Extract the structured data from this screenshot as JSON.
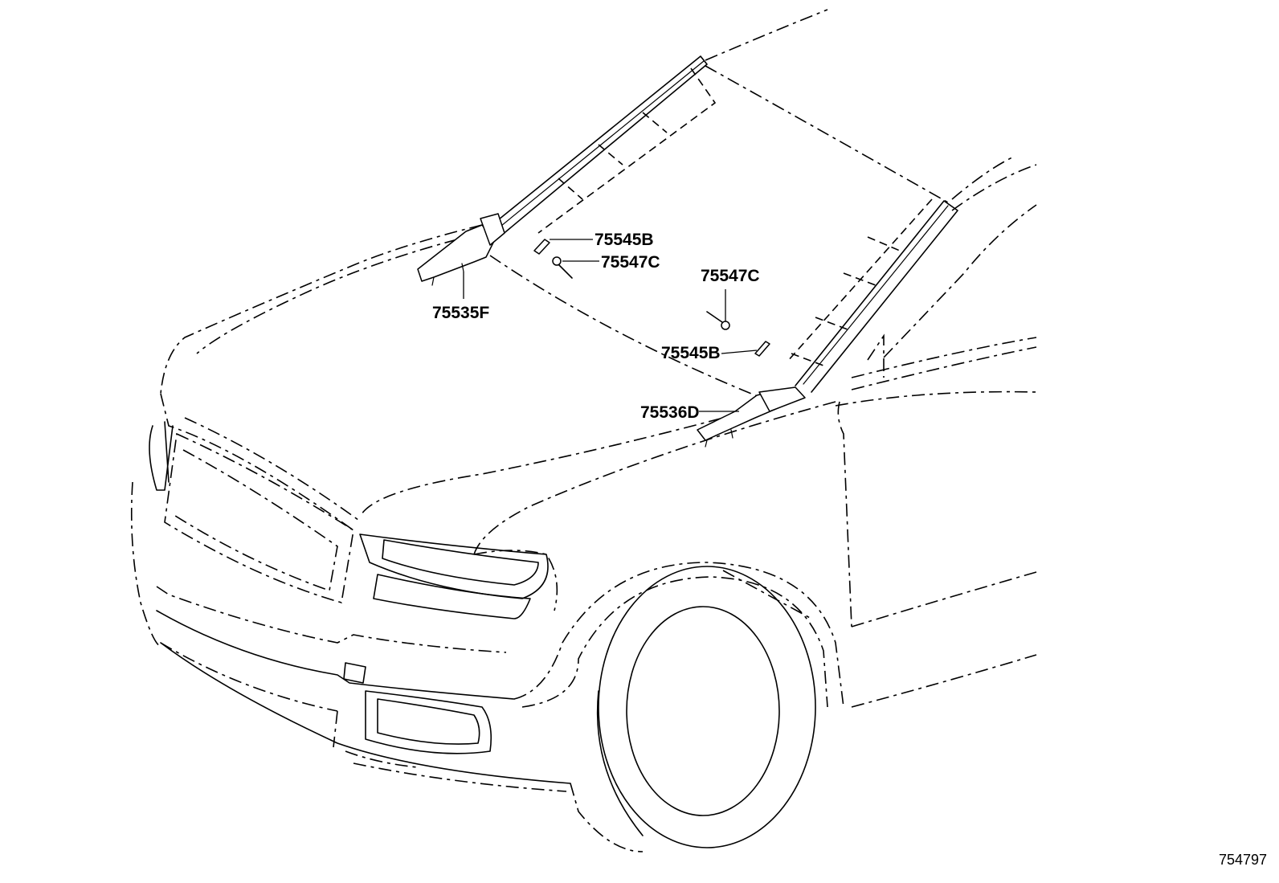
{
  "parts": {
    "p1": "75545B",
    "p2": "75547C",
    "p3": "75547C",
    "p4": "75545B",
    "p5": "75535F",
    "p6": "75536D"
  },
  "illustration_number": "754797"
}
